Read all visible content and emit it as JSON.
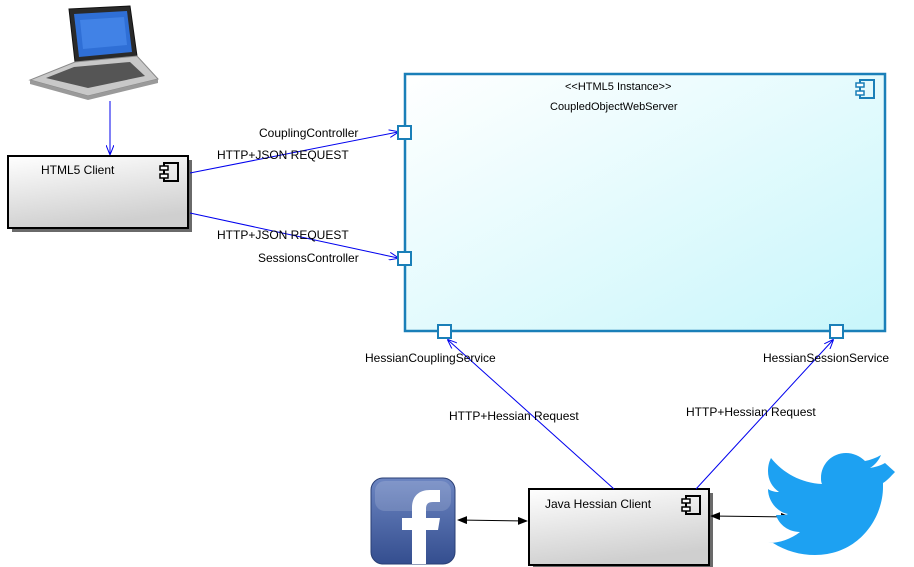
{
  "server": {
    "stereotype": "<<HTML5 Instance>>",
    "name": "CoupledObjectWebServer",
    "ports": {
      "coupling_controller": "CouplingController",
      "sessions_controller": "SessionsController",
      "hessian_coupling_service": "HessianCouplingService",
      "hessian_session_service": "HessianSessionService"
    }
  },
  "html5_client": {
    "name": "HTML5 Client"
  },
  "java_client": {
    "name": "Java Hessian Client"
  },
  "connections": {
    "json_request_1": "HTTP+JSON REQUEST",
    "json_request_2": "HTTP+JSON REQUEST",
    "hessian_request_1": "HTTP+Hessian Request",
    "hessian_request_2": "HTTP+Hessian Request"
  },
  "icons": {
    "laptop": "laptop-icon",
    "facebook": "facebook-icon",
    "twitter": "twitter-icon",
    "component": "component-icon"
  },
  "colors": {
    "server_border": "#1a7fb8",
    "server_fill": "#d9fbff",
    "connector": "#0000ee",
    "port_border": "#1a7fb8",
    "facebook_blue": "#3b5998",
    "twitter_blue": "#1da1f2"
  }
}
